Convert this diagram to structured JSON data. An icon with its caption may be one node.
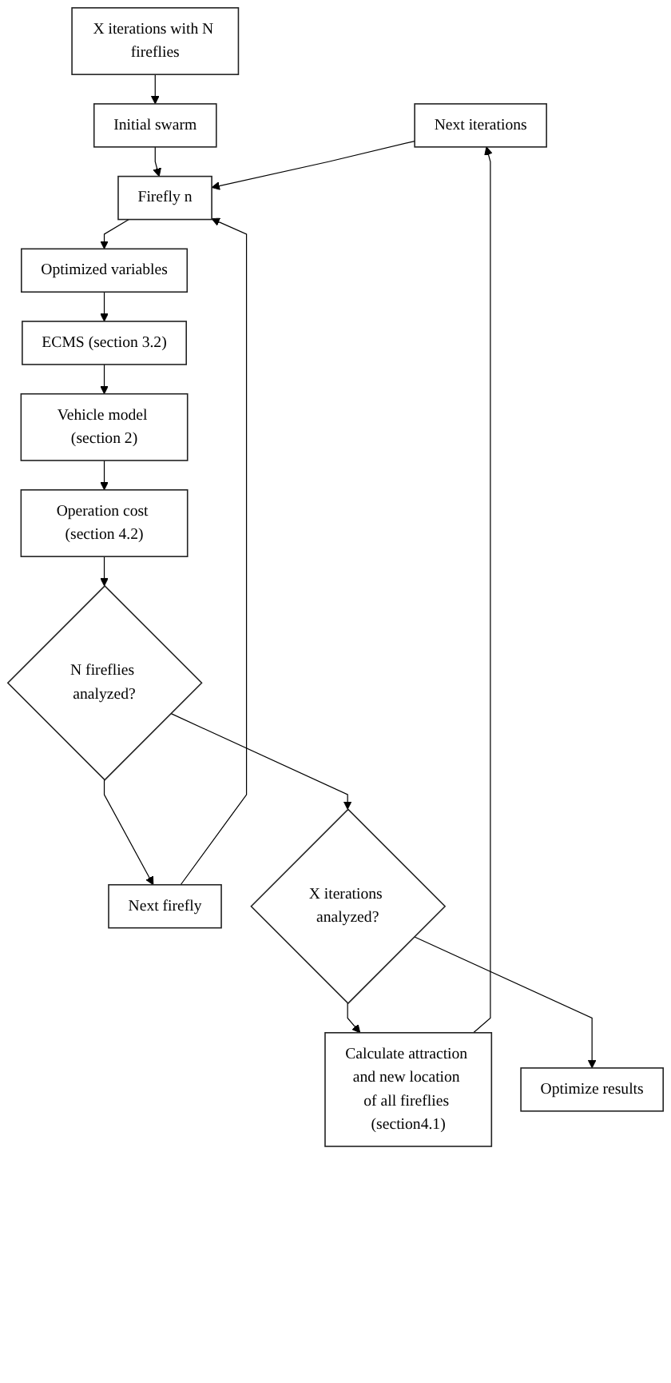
{
  "diagram": {
    "nodes": [
      {
        "text": [
          "X iterations with N fireflies"
        ]
      },
      {
        "text": [
          "Initial swarm"
        ]
      },
      {
        "text": [
          "Next iterations"
        ]
      },
      {
        "text": [
          "Firefly n"
        ]
      },
      {
        "text": [
          "Optimized variables"
        ]
      },
      {
        "text": [
          "ECMS (section 3.2)"
        ]
      },
      {
        "text": [
          "Vehicle model (section 2)"
        ]
      },
      {
        "text": [
          "Operation cost (section 4.2)"
        ]
      },
      {
        "text": [
          "N fireflies analyzed?"
        ]
      },
      {
        "text": [
          "Next firefly"
        ]
      },
      {
        "text": [
          "X iterations analyzed?"
        ]
      },
      {
        "text": [
          "Calculate attraction and new location of all fireflies (section4.1)"
        ]
      },
      {
        "text": [
          "Optimize results"
        ]
      }
    ],
    "edges": [
      {
        "from": 0,
        "to": 1,
        "arrow": "to"
      },
      {
        "from": 1,
        "to": 3,
        "arrow": "to"
      },
      {
        "from": 2,
        "to": 3,
        "arrow": "to"
      },
      {
        "from": 9,
        "to": 3,
        "arrow": "to"
      },
      {
        "from": 3,
        "to": 4,
        "arrow": "to"
      },
      {
        "from": 4,
        "to": 5,
        "arrow": "to"
      },
      {
        "from": 5,
        "to": 6,
        "arrow": "to"
      },
      {
        "from": 6,
        "to": 7,
        "arrow": "to"
      },
      {
        "from": 7,
        "to": 8,
        "arrow": "to"
      },
      {
        "from": 8,
        "to": 9,
        "arrow": "to"
      },
      {
        "from": 8,
        "to": 10,
        "arrow": "to"
      },
      {
        "from": 10,
        "to": 11,
        "arrow": "to"
      },
      {
        "from": 10,
        "to": 12,
        "arrow": "to"
      },
      {
        "from": 11,
        "to": 2,
        "arrow": "to"
      }
    ]
  }
}
